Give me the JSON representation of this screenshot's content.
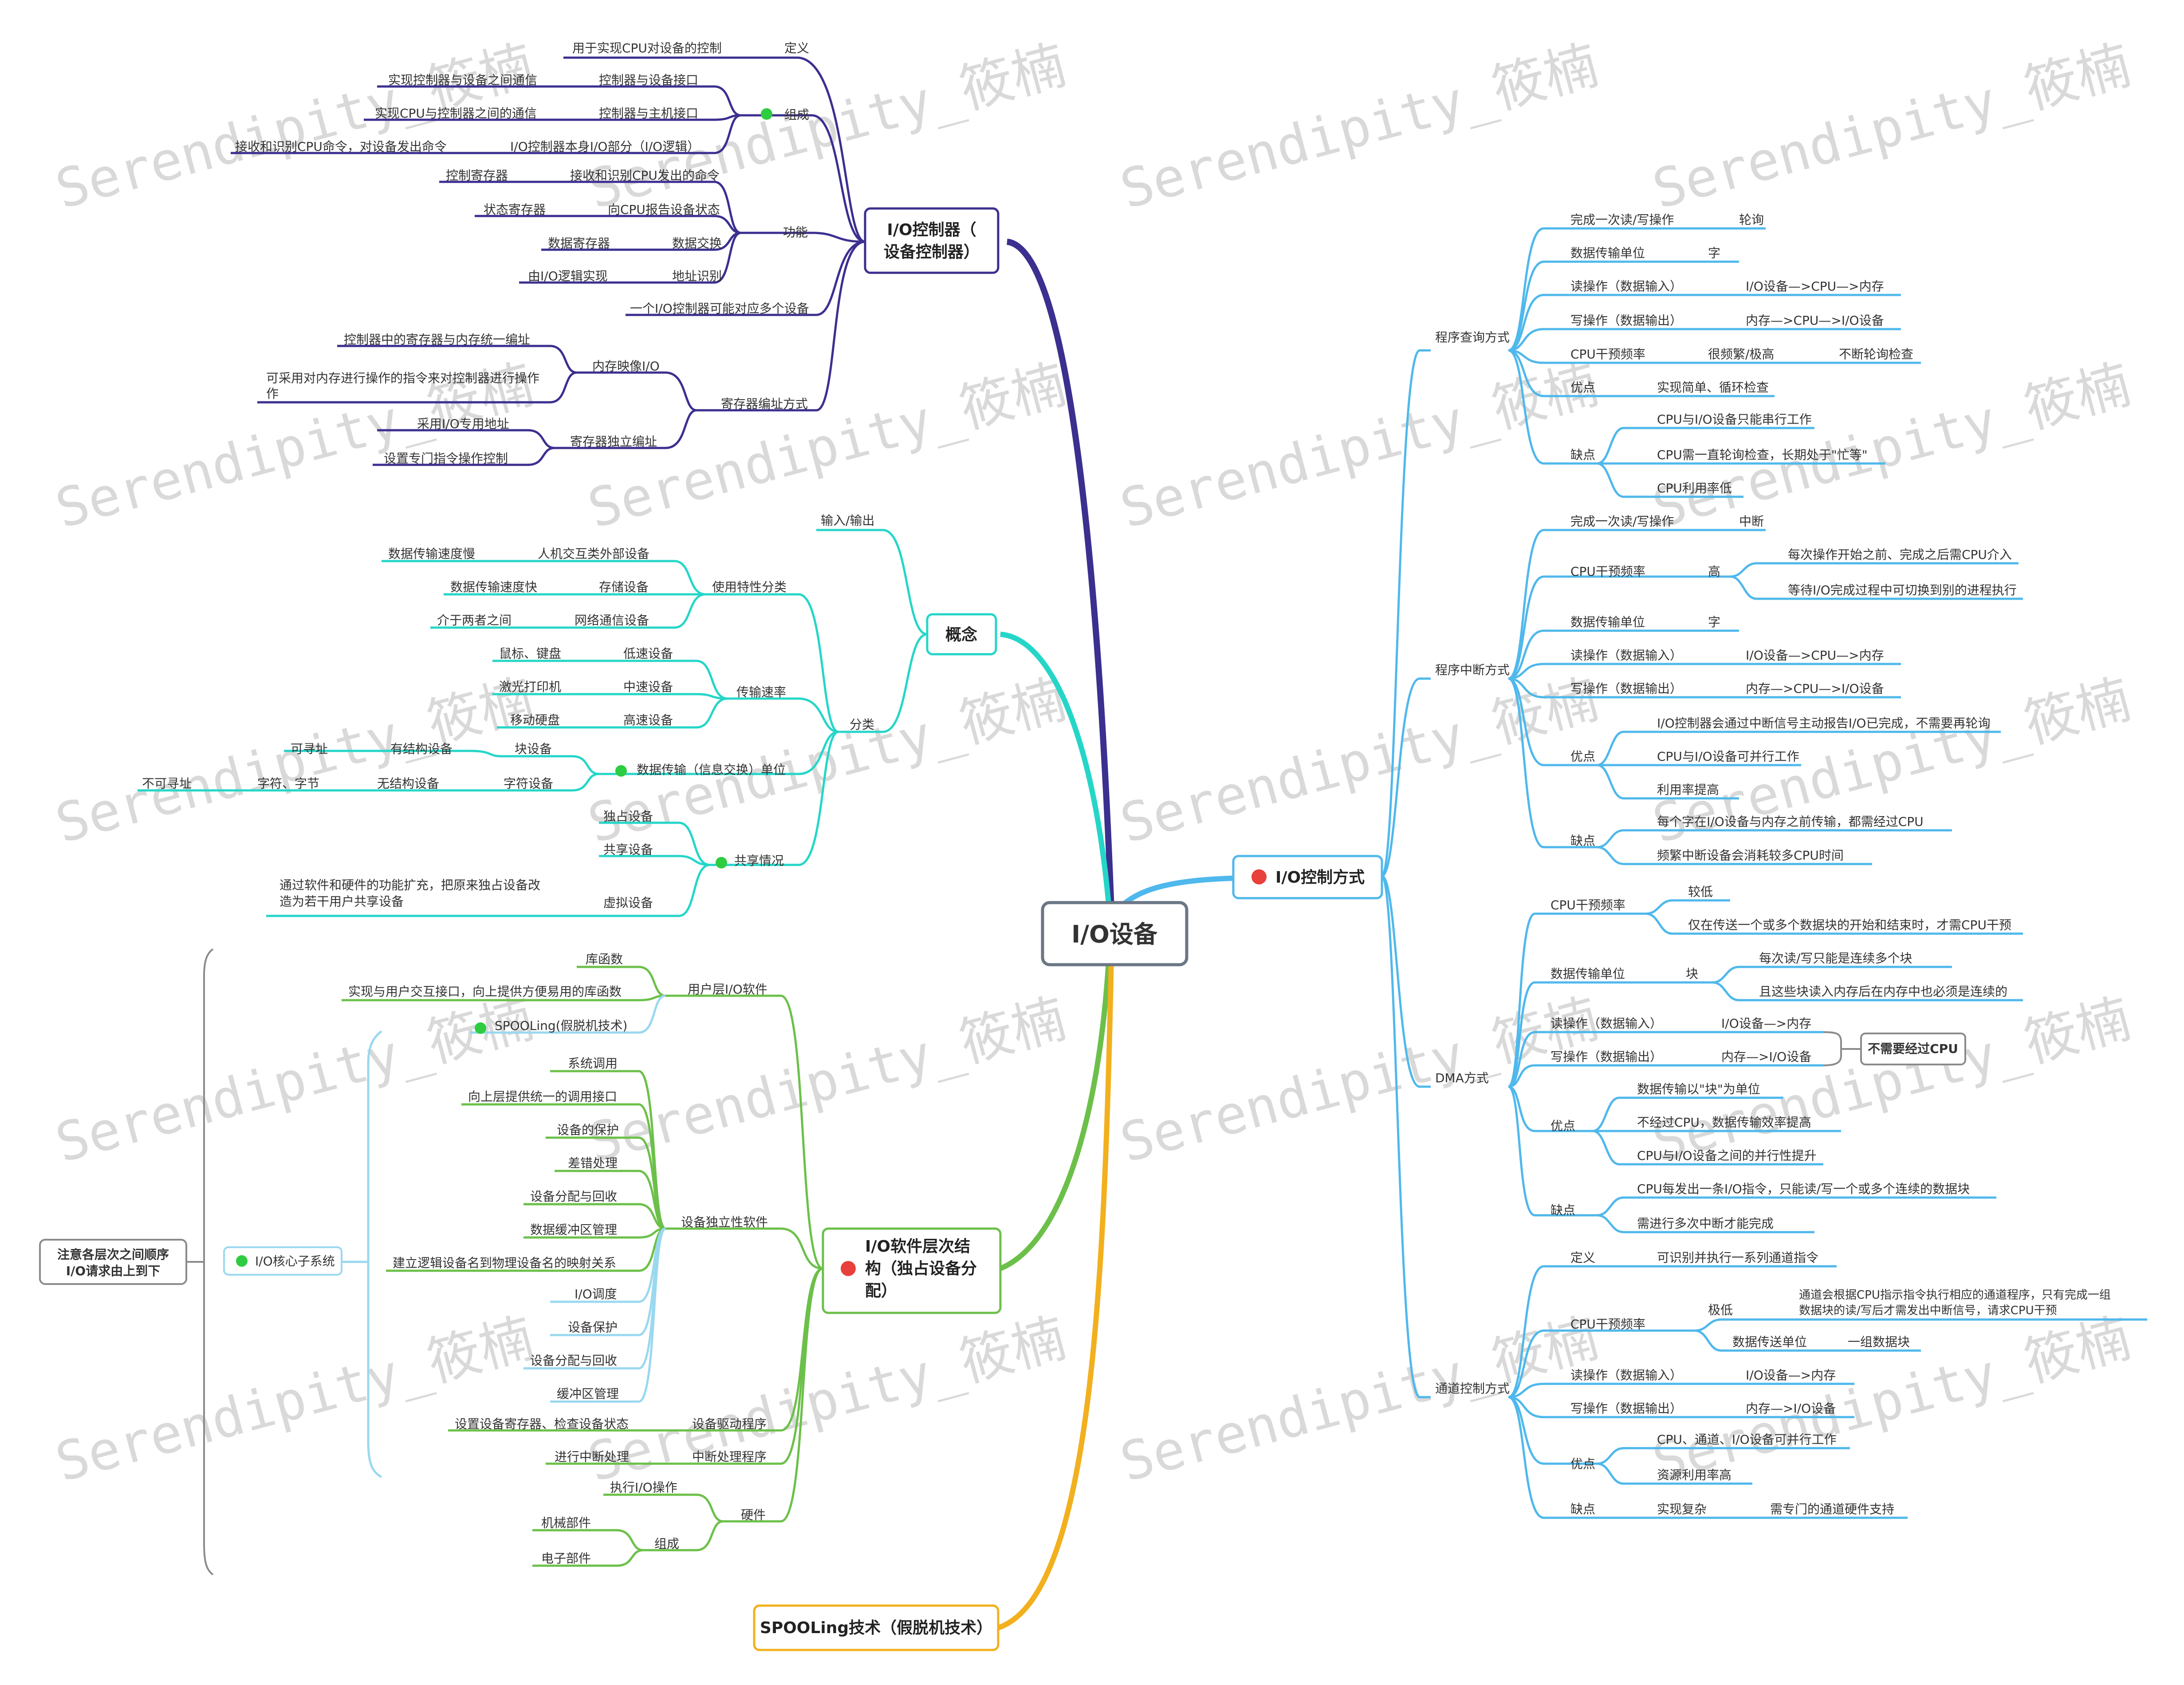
{
  "root": "I/O设备",
  "colors": {
    "controller": "#3b2f8f",
    "concept": "#25d6c8",
    "software": "#6cc04a",
    "spooling": "#f2b01e",
    "control": "#4fb8ec",
    "subsystem": "#9ad8f0",
    "gray": "#8a8a8a",
    "dot_green": "#2ecc40",
    "dot_red": "#e8403a"
  },
  "watermark": "Serendipity_筱楠",
  "branches": {
    "controller": {
      "title_lines": [
        "I/O控制器（",
        "设备控制器）"
      ],
      "definition": {
        "label": "定义",
        "text": "用于实现CPU对设备的控制"
      },
      "composition": {
        "label": "组成",
        "items": [
          {
            "name": "控制器与设备接口",
            "desc": "实现控制器与设备之间通信"
          },
          {
            "name": "控制器与主机接口",
            "desc": "实现CPU与控制器之间的通信"
          },
          {
            "name": "I/O控制器本身I/O部分（I/O逻辑）",
            "desc": "接收和识别CPU命令，对设备发出命令"
          }
        ]
      },
      "function": {
        "label": "功能",
        "items": [
          {
            "name": "接收和识别CPU发出的命令",
            "desc": "控制寄存器"
          },
          {
            "name": "向CPU报告设备状态",
            "desc": "状态寄存器"
          },
          {
            "name": "数据交换",
            "desc": "数据寄存器"
          },
          {
            "name": "地址识别",
            "desc": "由I/O逻辑实现"
          }
        ]
      },
      "note": "一个I/O控制器可能对应多个设备",
      "addressing": {
        "label": "寄存器编址方式",
        "items": [
          {
            "name": "内存映像I/O",
            "desc": [
              "控制器中的寄存器与内存统一编址",
              "可采用对内存进行操作的指令来对控制器进行操作"
            ]
          },
          {
            "name": "寄存器独立编址",
            "desc": [
              "采用I/O专用地址",
              "设置专门指令操作控制"
            ]
          }
        ]
      }
    },
    "concept": {
      "title": "概念",
      "io": "输入/输出",
      "classify": "分类",
      "use": {
        "label": "使用特性分类",
        "items": [
          {
            "name": "人机交互类外部设备",
            "desc": "数据传输速度慢"
          },
          {
            "name": "存储设备",
            "desc": "数据传输速度快"
          },
          {
            "name": "网络通信设备",
            "desc": "介于两者之间"
          }
        ]
      },
      "speed": {
        "label": "传输速率",
        "items": [
          {
            "name": "低速设备",
            "desc": "鼠标、键盘"
          },
          {
            "name": "中速设备",
            "desc": "激光打印机"
          },
          {
            "name": "高速设备",
            "desc": "移动硬盘"
          }
        ]
      },
      "unit": {
        "label": "数据传输（信息交换）单位",
        "block": "块设备",
        "block_sub": "有结构设备",
        "block_sub2": "可寻址",
        "char": "字符设备",
        "char_sub": "无结构设备",
        "char_sub2": "字符、字节",
        "char_sub3": "不可寻址"
      },
      "share": {
        "label": "共享情况",
        "items": [
          "独占设备",
          "共享设备",
          "虚拟设备"
        ],
        "virtual_desc": [
          "通过软件和硬件的功能扩充，把原来独占设备改",
          "造为若干用户共享设备"
        ]
      }
    },
    "software": {
      "title_lines": [
        "I/O软件层次结",
        "构（独占设备分",
        "配）"
      ],
      "user": {
        "label": "用户层I/O软件",
        "items": [
          "库函数",
          "实现与用户交互接口，向上提供方便易用的库函数",
          "SPOOLing(假脱机技术)"
        ]
      },
      "independent": {
        "label": "设备独立性软件",
        "items": [
          "系统调用",
          "向上层提供统一的调用接口",
          "设备的保护",
          "差错处理",
          "设备分配与回收",
          "数据缓冲区管理",
          "建立逻辑设备名到物理设备名的映射关系",
          "I/O调度",
          "设备保护",
          "设备分配与回收",
          "缓冲区管理"
        ]
      },
      "driver": {
        "label": "设备驱动程序",
        "text": "设置设备寄存器、检查设备状态"
      },
      "interrupt": {
        "label": "中断处理程序",
        "text": "进行中断处理"
      },
      "hardware": {
        "label": "硬件",
        "exec": "执行I/O操作",
        "compose": "组成",
        "items": [
          "机械部件",
          "电子部件"
        ]
      },
      "subsystem": "I/O核心子系统",
      "order_note": [
        "注意各层次之间顺序",
        "I/O请求由上到下"
      ]
    },
    "spooling": {
      "title": "SPOOLing技术（假脱机技术）"
    },
    "control": {
      "title": "I/O控制方式",
      "polling": {
        "label": "程序查询方式",
        "rows": [
          {
            "k": "完成一次读/写操作",
            "v": "轮询"
          },
          {
            "k": "数据传输单位",
            "v": "字"
          },
          {
            "k": "读操作（数据输入）",
            "v": "I/O设备—>CPU—>内存"
          },
          {
            "k": "写操作（数据输出）",
            "v": "内存—>CPU—>I/O设备"
          },
          {
            "k": "CPU干预频率",
            "v": "很频繁/极高",
            "v2": "不断轮询检查"
          },
          {
            "k": "优点",
            "v": "实现简单、循环检查"
          }
        ],
        "cons": {
          "k": "缺点",
          "items": [
            "CPU与I/O设备只能串行工作",
            "CPU需一直轮询检查，长期处于\"忙等\"",
            "CPU利用率低"
          ]
        }
      },
      "interrupt": {
        "label": "程序中断方式",
        "rows": [
          {
            "k": "完成一次读/写操作",
            "v": "中断"
          },
          {
            "k": "数据传输单位",
            "v": "字"
          },
          {
            "k": "读操作（数据输入）",
            "v": "I/O设备—>CPU—>内存"
          },
          {
            "k": "写操作（数据输出）",
            "v": "内存—>CPU—>I/O设备"
          }
        ],
        "freq": {
          "k": "CPU干预频率",
          "v": "高",
          "items": [
            "每次操作开始之前、完成之后需CPU介入",
            "等待I/O完成过程中可切换到别的进程执行"
          ]
        },
        "pros": {
          "k": "优点",
          "items": [
            "I/O控制器会通过中断信号主动报告I/O已完成，不需要再轮询",
            "CPU与I/O设备可并行工作",
            "利用率提高"
          ]
        },
        "cons": {
          "k": "缺点",
          "items": [
            "每个字在I/O设备与内存之前传输，都需经过CPU",
            "频繁中断设备会消耗较多CPU时间"
          ]
        }
      },
      "dma": {
        "label": "DMA方式",
        "freq": {
          "k": "CPU干预频率",
          "items": [
            "较低",
            "仅在传送一个或多个数据块的开始和结束时，才需CPU干预"
          ]
        },
        "unit": {
          "k": "数据传输单位",
          "v": "块",
          "items": [
            "每次读/写只能是连续多个块",
            "且这些块读入内存后在内存中也必须是连续的"
          ]
        },
        "read": {
          "k": "读操作（数据输入）",
          "v": "I/O设备—>内存"
        },
        "write": {
          "k": "写操作（数据输出）",
          "v": "内存—>I/O设备"
        },
        "note": "不需要经过CPU",
        "pros": {
          "k": "优点",
          "items": [
            "数据传输以\"块\"为单位",
            "不经过CPU，数据传输效率提高",
            "CPU与I/O设备之间的并行性提升"
          ]
        },
        "cons": {
          "k": "缺点",
          "items": [
            "CPU每发出一条I/O指令，只能读/写一个或多个连续的数据块",
            "需进行多次中断才能完成"
          ]
        }
      },
      "channel": {
        "label": "通道控制方式",
        "def": {
          "k": "定义",
          "v": "可识别并执行一系列通道指令"
        },
        "freq": {
          "k": "CPU干预频率",
          "v": "极低",
          "desc": [
            "通道会根据CPU指示指令执行相应的通道程序，只有完成一组",
            "数据块的读/写后才需发出中断信号，请求CPU干预"
          ],
          "unit_k": "数据传送单位",
          "unit_v": "一组数据块"
        },
        "read": {
          "k": "读操作（数据输入）",
          "v": "I/O设备—>内存"
        },
        "write": {
          "k": "写操作（数据输出）",
          "v": "内存—>I/O设备"
        },
        "pros": {
          "k": "优点",
          "items": [
            "CPU、通道、I/O设备可并行工作",
            "资源利用率高"
          ]
        },
        "cons": {
          "k": "缺点",
          "v": "实现复杂",
          "v2": "需专门的通道硬件支持"
        }
      }
    }
  }
}
